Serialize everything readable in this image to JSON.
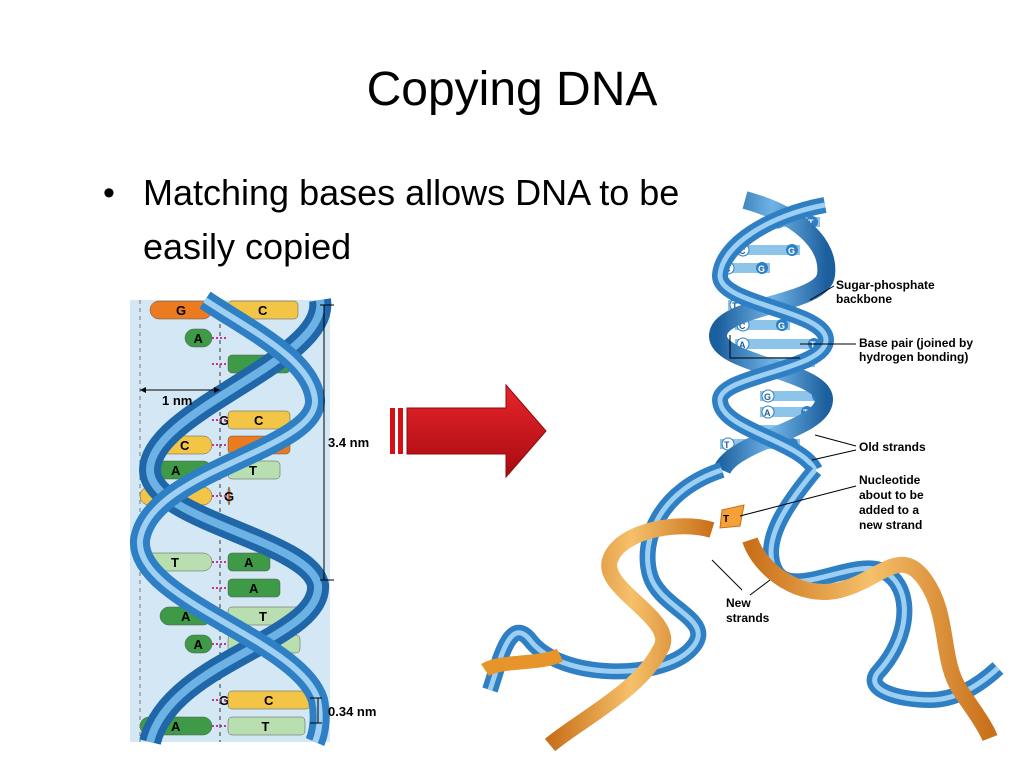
{
  "slide": {
    "title": "Copying DNA",
    "bullet": "Matching bases allows DNA to be easily copied"
  },
  "left_diagram": {
    "width_label": "1 nm",
    "pitch_label": "3.4 nm",
    "rise_label": "0.34 nm",
    "pairs": [
      {
        "l": "G",
        "r": "C"
      },
      {
        "l": "A",
        "r": ""
      },
      {
        "l": "",
        "r": "A"
      },
      {
        "l": "G",
        "r": "C"
      },
      {
        "l": "C",
        "r": "G"
      },
      {
        "l": "A",
        "r": "T"
      },
      {
        "l": "C",
        "r": "G"
      },
      {
        "l": "T",
        "r": "A"
      },
      {
        "l": "",
        "r": "A"
      },
      {
        "l": "A",
        "r": "T"
      },
      {
        "l": "A",
        "r": "T"
      },
      {
        "l": "G",
        "r": "C"
      },
      {
        "l": "A",
        "r": "T"
      }
    ]
  },
  "arrow": {
    "color": "#d40f16"
  },
  "right_diagram": {
    "labels": {
      "backbone": [
        "Sugar-phosphate",
        "backbone"
      ],
      "base_pair": [
        "Base pair (joined by",
        "hydrogen bonding)"
      ],
      "old": [
        "Old strands"
      ],
      "nucleotide": [
        "Nucleotide",
        "about to be",
        "added to a",
        "new strand"
      ],
      "new": [
        "New",
        "strands"
      ]
    },
    "rungs": [
      {
        "l": "A",
        "r": "T"
      },
      {
        "l": "C",
        "r": "G"
      },
      {
        "l": "C",
        "r": "G"
      },
      {
        "l": "T",
        "r": "A"
      },
      {
        "l": "C",
        "r": "G"
      },
      {
        "l": "A",
        "r": "T"
      },
      {
        "l": "",
        "r": "A"
      },
      {
        "l": "G",
        "r": "C"
      },
      {
        "l": "A",
        "r": "T"
      },
      {
        "l": "A",
        "r": "T"
      },
      {
        "l": "T",
        "r": "A"
      }
    ],
    "free_nucleotide": "T"
  },
  "colors": {
    "blue_strand": "#2f7fc4",
    "blue_light": "#8cc4ea",
    "orange_strand": "#e7952a",
    "rung_orange": "#ec7a1e",
    "rung_yellow": "#f3c547",
    "rung_green": "#3f9a48",
    "rung_pale": "#b9dfb0"
  }
}
